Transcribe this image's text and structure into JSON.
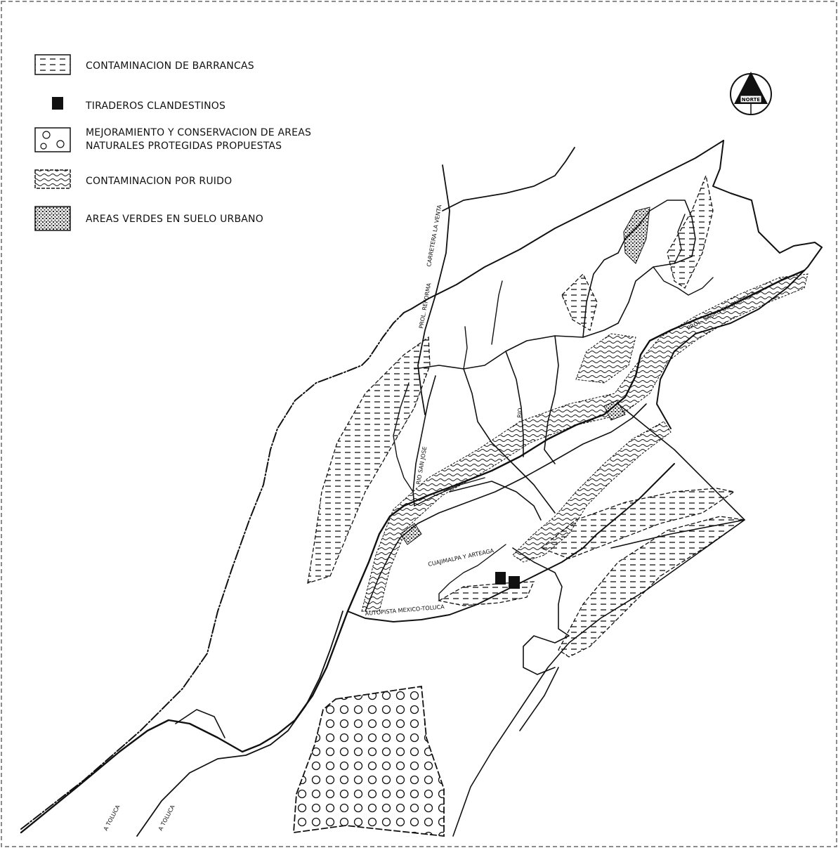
{
  "legend": {
    "items": [
      {
        "label": "CONTAMINACION DE BARRANCAS",
        "icon": "dashed-hatch-swatch"
      },
      {
        "label": "TIRADEROS CLANDESTINOS",
        "icon": "black-square-marker"
      },
      {
        "label": "MEJORAMIENTO Y CONSERVACION DE AREAS",
        "label2": "NATURALES PROTEGIDAS PROPUESTAS",
        "icon": "circle-pattern-swatch"
      },
      {
        "label": "CONTAMINACION POR RUIDO",
        "icon": "wave-pattern-swatch"
      },
      {
        "label": "AREAS VERDES EN SUELO URBANO",
        "icon": "dense-stipple-swatch"
      }
    ]
  },
  "north_arrow": {
    "label": "NORTE",
    "icon": "north-arrow-icon"
  },
  "road_labels": {
    "carr_venta": "CARRETERA LA VENTA",
    "prol_reforma": "PROL. REFORMA",
    "autopista": "AUTOPISTA MEXICO-TOLUCA",
    "cuajimalpa": "CUAJIMALPA Y ARTEAGA",
    "a_toluca_1": "A TOLUCA",
    "a_toluca_2": "A TOLUCA",
    "rio": "RIO",
    "rio_san": "RIO SAN JOSE",
    "prol_vasco": "PROL. VASCO DE QUIROGA"
  },
  "colors": {
    "ink": "#111111",
    "paper": "#ffffff"
  }
}
